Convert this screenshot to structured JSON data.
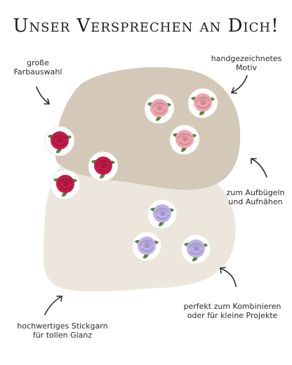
{
  "title": "Unser Versprechen an Dich!",
  "labels": {
    "farbauswahl": [
      "große",
      "Farbauswahl"
    ],
    "motiv": [
      "handgezeichnetes",
      "Motiv"
    ],
    "aufbuegeln": [
      "zum Aufbügeln",
      "und Aufnähen"
    ],
    "stickgarn": [
      "hochwertiges Stickgarn",
      "für tollen Glanz"
    ],
    "kombinieren": [
      "perfekt zum Kombinieren",
      "oder für kleine Projekte"
    ]
  },
  "colors": {
    "blob_dark": "#d4c8b8",
    "blob_light": "#ece6dc",
    "rose_red": "#c41a4a",
    "rose_pink": "#f0a3ad",
    "rose_lavender": "#bdb0e6",
    "leaf": "#4e8a3a",
    "text": "#2a2a2a"
  },
  "icons": [
    "curved-arrow-icon",
    "rose-patch-icon"
  ]
}
